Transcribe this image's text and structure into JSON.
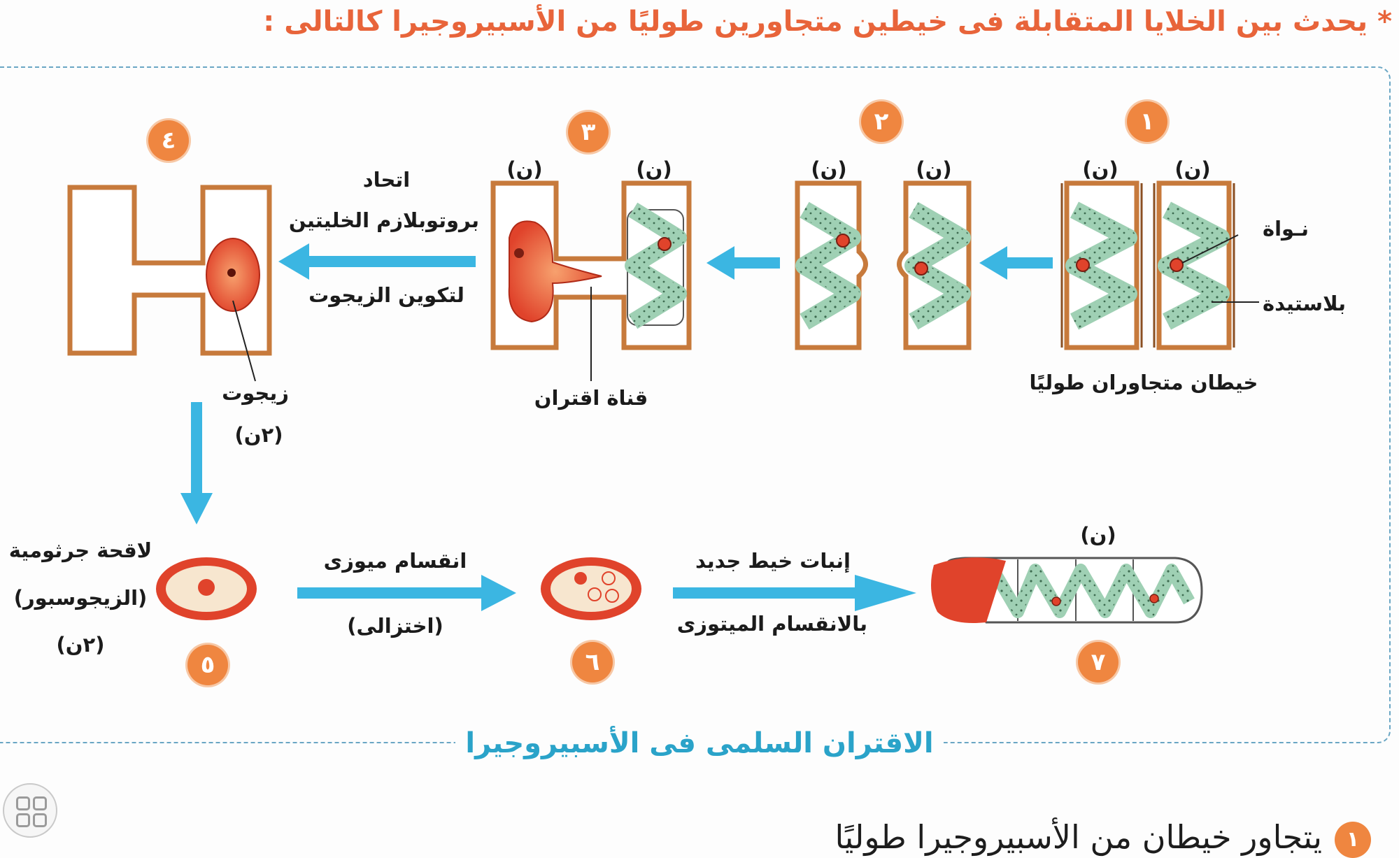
{
  "title": "* يحدث بين الخلايا المتقابلة فى خيطين متجاورين طوليًا من الأسبيروجيرا كالتالى :",
  "caption": "الاقتران السلمى فى الأسبيروجيرا",
  "badges": [
    "١",
    "٢",
    "٣",
    "٤",
    "٥",
    "٦",
    "٧"
  ],
  "ploidy_n": "(ن)",
  "ploidy_2n": "(٢ن)",
  "labels": {
    "nucleus": "نـواة",
    "plastid": "بلاستيدة",
    "filaments": "خيطان متجاوران طوليًا",
    "channel": "قناة اقتران",
    "fusion_line1": "اتحاد",
    "fusion_line2": "بروتوبلازم الخليتين",
    "fusion_line3": "لتكوين الزيجوت",
    "zygote": "زيجوت",
    "zygospore_line1": "لاقحة جرثومية",
    "zygospore_line2": "(الزيجوسبور)",
    "meiosis_line1": "انقسام ميوزى",
    "meiosis_line2": "(اختزالى)",
    "germination_line1": "إنبات خيط جديد",
    "germination_line2": "بالانقسام الميتوزى"
  },
  "bottom_text": "يتجاور خيطان من الأسبيروجيرا طوليًا",
  "bottom_badge": "١",
  "colors": {
    "orange": "#ef8640",
    "arrow": "#3bb6e2",
    "cell_wall": "#c77a3c",
    "chloroplast": "#9fd0b4",
    "zygote_red": "#e0432b"
  }
}
